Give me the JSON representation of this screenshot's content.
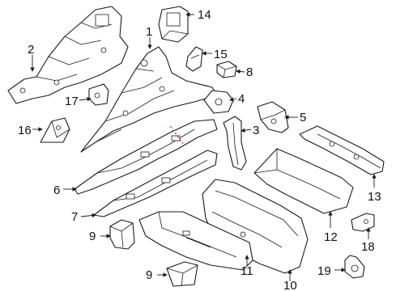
{
  "callouts": [
    "1",
    "2",
    "3",
    "4",
    "5",
    "6",
    "7",
    "8",
    "9",
    "9",
    "10",
    "11",
    "12",
    "13",
    "14",
    "15",
    "16",
    "17",
    "18",
    "19"
  ],
  "colors": {
    "line": "#1a1a1a",
    "cut_line": "#d62020",
    "background": "#ffffff"
  }
}
